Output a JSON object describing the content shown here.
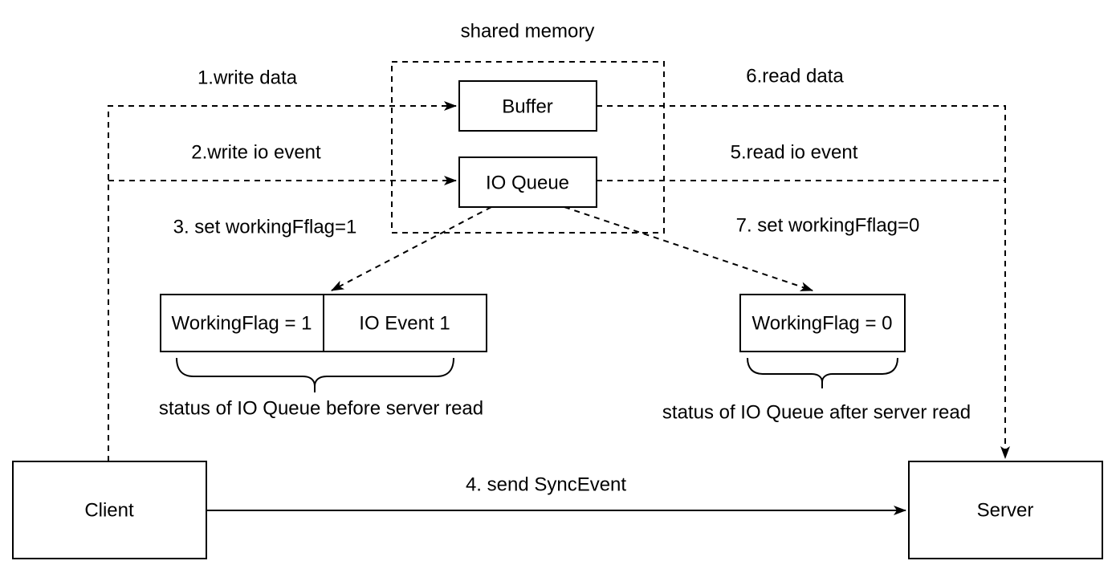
{
  "diagram": {
    "title": "shared memory",
    "nodes": {
      "buffer": "Buffer",
      "io_queue": "IO Queue",
      "working_flag_1": "WorkingFlag = 1",
      "io_event_1": "IO Event 1",
      "working_flag_0": "WorkingFlag = 0",
      "client": "Client",
      "server": "Server"
    },
    "edges": {
      "write_data": "1.write data",
      "write_io_event": "2.write io event",
      "set_working_flag_1": "3. set workingFflag=1",
      "send_sync_event": "4. send SyncEvent",
      "read_io_event": "5.read io event",
      "read_data": "6.read data",
      "set_working_flag_0": "7. set workingFflag=0"
    },
    "annotations": {
      "before_read": "status of IO Queue before server read",
      "after_read": "status of IO Queue after server read"
    },
    "colors": {
      "stroke": "#000000",
      "node_fill": "#ffffff",
      "background": "#ffffff",
      "text": "#000000"
    }
  }
}
